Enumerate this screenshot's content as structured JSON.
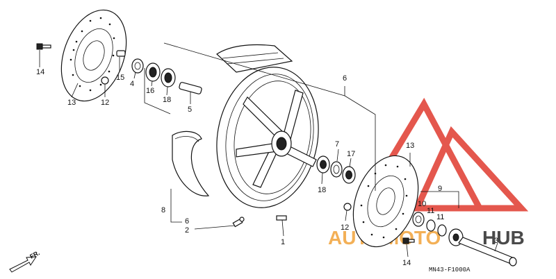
{
  "diagram": {
    "part_code": "MN43-F1000A",
    "front_label": "FR.",
    "callouts": {
      "n1": "1",
      "n2": "2",
      "n3": "3",
      "n4": "4",
      "n5": "5",
      "n6a": "6",
      "n6b": "6",
      "n7": "7",
      "n8": "8",
      "n9": "9",
      "n10": "10",
      "n11a": "11",
      "n11b": "11",
      "n12a": "12",
      "n12b": "12",
      "n13a": "13",
      "n13b": "13",
      "n14a": "14",
      "n14b": "14",
      "n15": "15",
      "n16": "16",
      "n17": "17",
      "n18a": "18",
      "n18b": "18"
    }
  },
  "watermark": {
    "text_auto": "AUTOMOTO",
    "text_hub": "HUB",
    "colors": {
      "red": "#e03a2f",
      "orange": "#f2a33a",
      "dark": "#2b2b2b"
    }
  }
}
